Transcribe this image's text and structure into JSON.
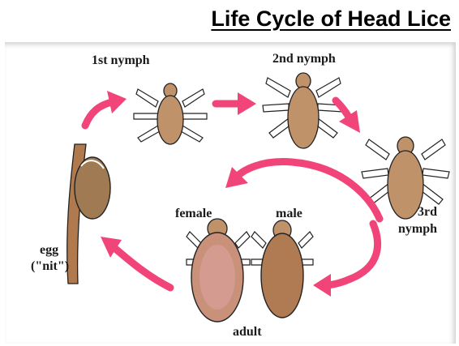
{
  "title": "Life Cycle of Head Lice",
  "labels": {
    "nymph1": "1st nymph",
    "nymph2": "2nd nymph",
    "nymph3_line1": "3rd",
    "nymph3_line2": "nymph",
    "female": "female",
    "male": "male",
    "adult": "adult",
    "egg_line1": "egg",
    "egg_line2": "(\"nit\")"
  },
  "colors": {
    "arrow": "#f1457a",
    "louse_body": "#c0926a",
    "egg": "#a07a52"
  }
}
